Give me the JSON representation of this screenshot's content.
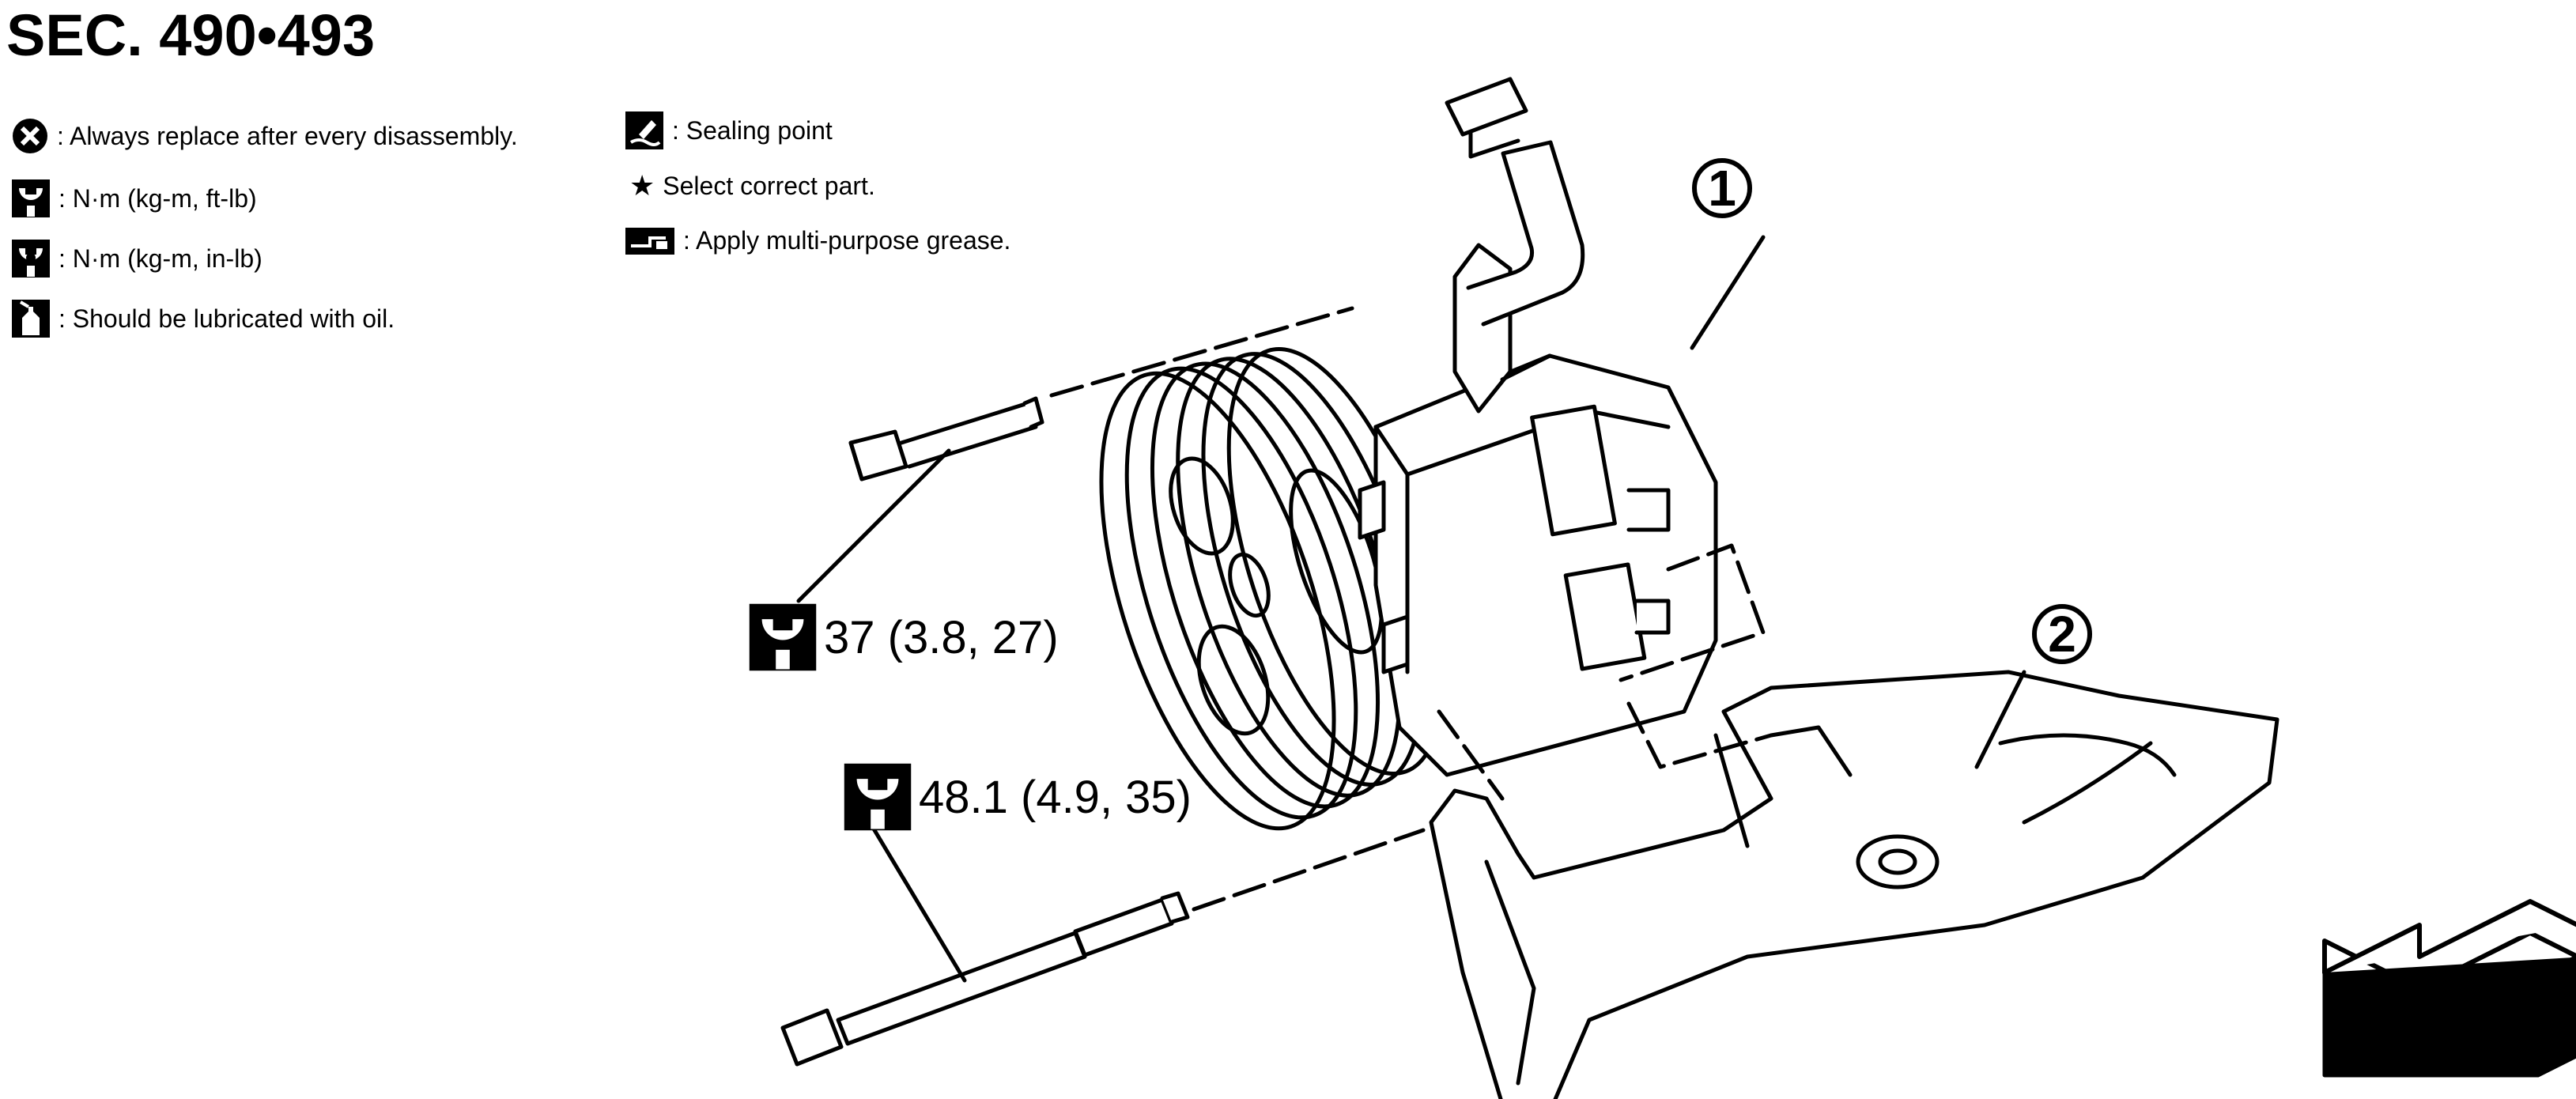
{
  "section_title": "SEC. 490•493",
  "legend": {
    "left": [
      {
        "icon": "always-replace-icon",
        "text": ": Always replace after every disassembly."
      },
      {
        "icon": "torque-wrench-icon",
        "text": ": N·m (kg-m, ft-lb)"
      },
      {
        "icon": "torque-wrench-small-icon",
        "text": ": N·m (kg-m, in-lb)"
      },
      {
        "icon": "oil-can-icon",
        "text": ": Should be lubricated with oil."
      }
    ],
    "right": [
      {
        "icon": "sealing-point-icon",
        "text": ": Sealing point"
      },
      {
        "icon": "star-icon",
        "text": "Select correct part."
      },
      {
        "icon": "grease-icon",
        "text": ": Apply multi-purpose grease."
      }
    ]
  },
  "torque_labels": [
    {
      "icon": "torque-wrench-icon",
      "text": "37 (3.8, 27)"
    },
    {
      "icon": "torque-wrench-icon",
      "text": "48.1 (4.9, 35)"
    }
  ],
  "callouts": [
    {
      "number": "1"
    },
    {
      "number": "2"
    }
  ],
  "colors": {
    "ink": "#000000",
    "paper": "#ffffff"
  },
  "front_arrow_icon": "front-direction-arrow-icon"
}
